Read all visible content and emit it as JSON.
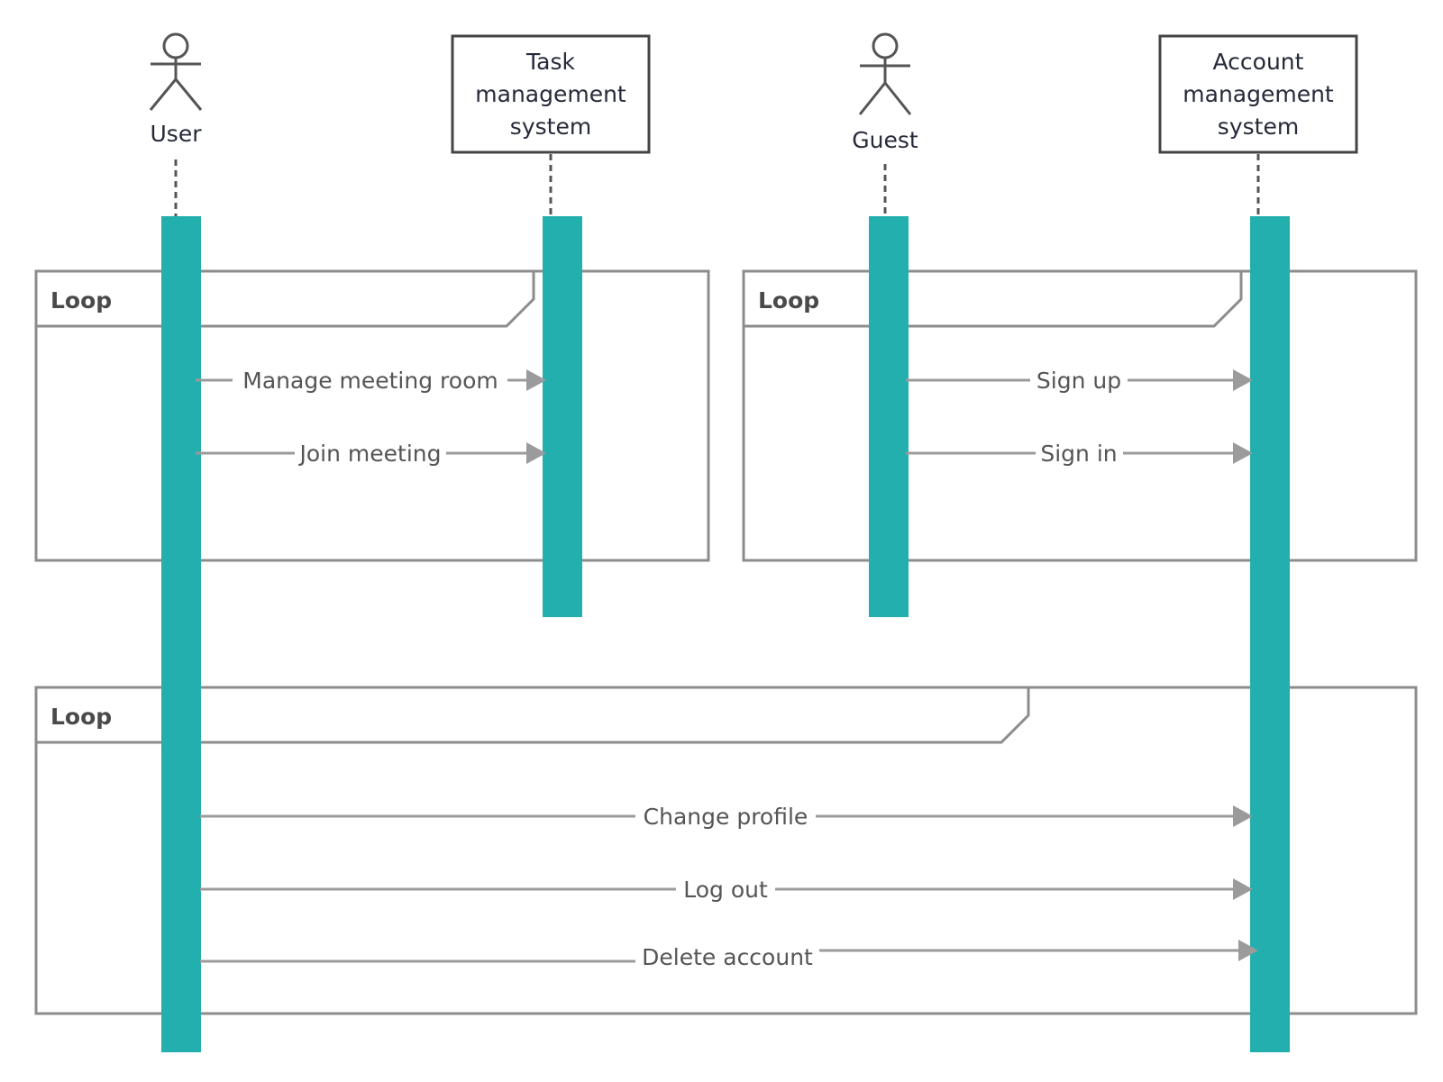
{
  "diagram": {
    "type": "sequence",
    "colors": {
      "activation": "#22afad",
      "frame_stroke": "#8c8c8c",
      "lifeline": "#555555",
      "message_line": "#9b9b9b",
      "actor_stroke": "#555555",
      "text": "#262a3a"
    },
    "participants": [
      {
        "id": "user",
        "kind": "actor",
        "label": "User"
      },
      {
        "id": "tms",
        "kind": "box",
        "label_lines": [
          "Task",
          "management",
          "system"
        ]
      },
      {
        "id": "guest",
        "kind": "actor",
        "label": "Guest"
      },
      {
        "id": "ams",
        "kind": "box",
        "label_lines": [
          "Account",
          "management",
          "system"
        ]
      }
    ],
    "frames": [
      {
        "id": "loop1",
        "title": "Loop"
      },
      {
        "id": "loop2",
        "title": "Loop"
      },
      {
        "id": "loop3",
        "title": "Loop"
      }
    ],
    "messages": [
      {
        "id": "m1",
        "from": "user",
        "to": "tms",
        "label": "Manage meeting room"
      },
      {
        "id": "m2",
        "from": "user",
        "to": "tms",
        "label": "Join meeting"
      },
      {
        "id": "m3",
        "from": "guest",
        "to": "ams",
        "label": "Sign up"
      },
      {
        "id": "m4",
        "from": "guest",
        "to": "ams",
        "label": "Sign in"
      },
      {
        "id": "m5",
        "from": "user",
        "to": "ams",
        "label": "Change profile"
      },
      {
        "id": "m6",
        "from": "user",
        "to": "ams",
        "label": "Log out"
      },
      {
        "id": "m7",
        "from": "user",
        "to": "ams",
        "label": "Delete account"
      }
    ]
  }
}
